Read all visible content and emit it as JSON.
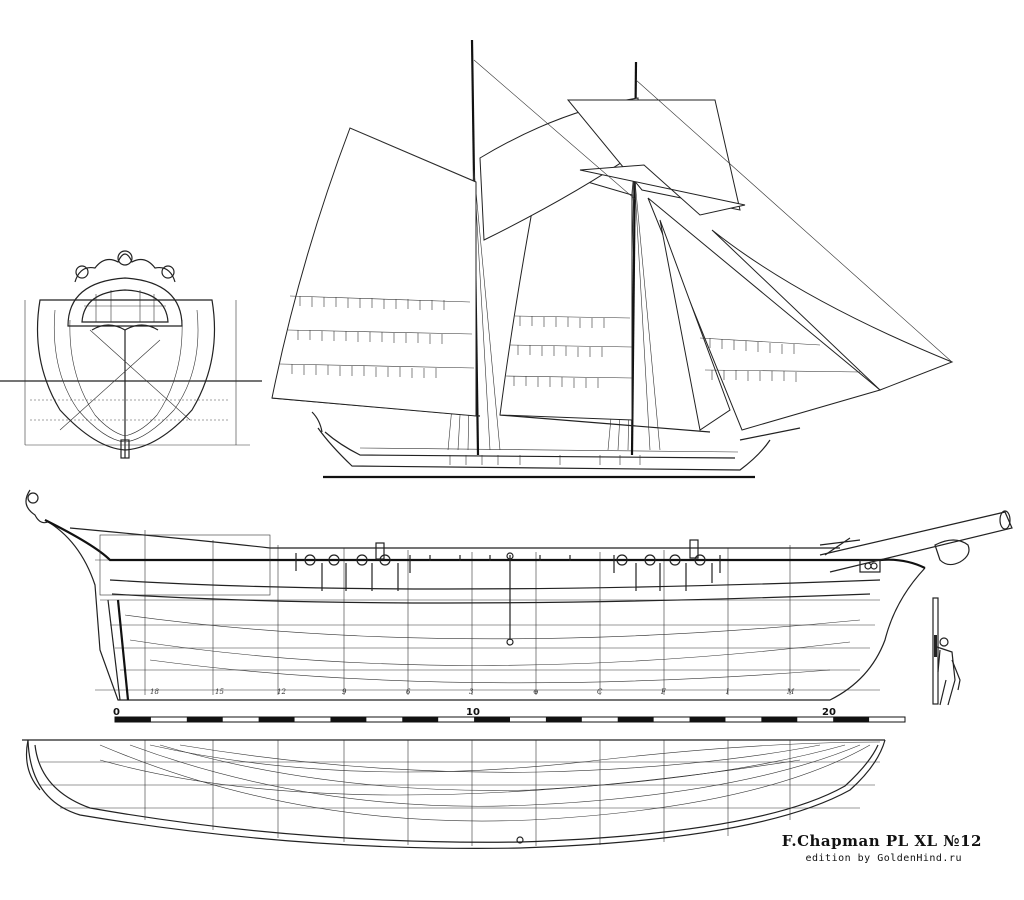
{
  "caption": {
    "title": "F.Chapman PL  XL  №12",
    "subtitle": "edition by GoldenHind.ru"
  },
  "scale_bar": {
    "labels": [
      "0",
      "10",
      "20"
    ]
  },
  "frame_stations": [
    "18",
    "15",
    "12",
    "9",
    "6",
    "3",
    "⊕",
    "C",
    "F",
    "I",
    "M"
  ],
  "views": {
    "stern": "stern-view",
    "sail_plan": "sail-plan",
    "profile": "hull-profile",
    "half_breadth": "half-breadth-plan",
    "figure": "scale-figure"
  },
  "colors": {
    "ink": "#222222",
    "paper": "#ffffff"
  }
}
